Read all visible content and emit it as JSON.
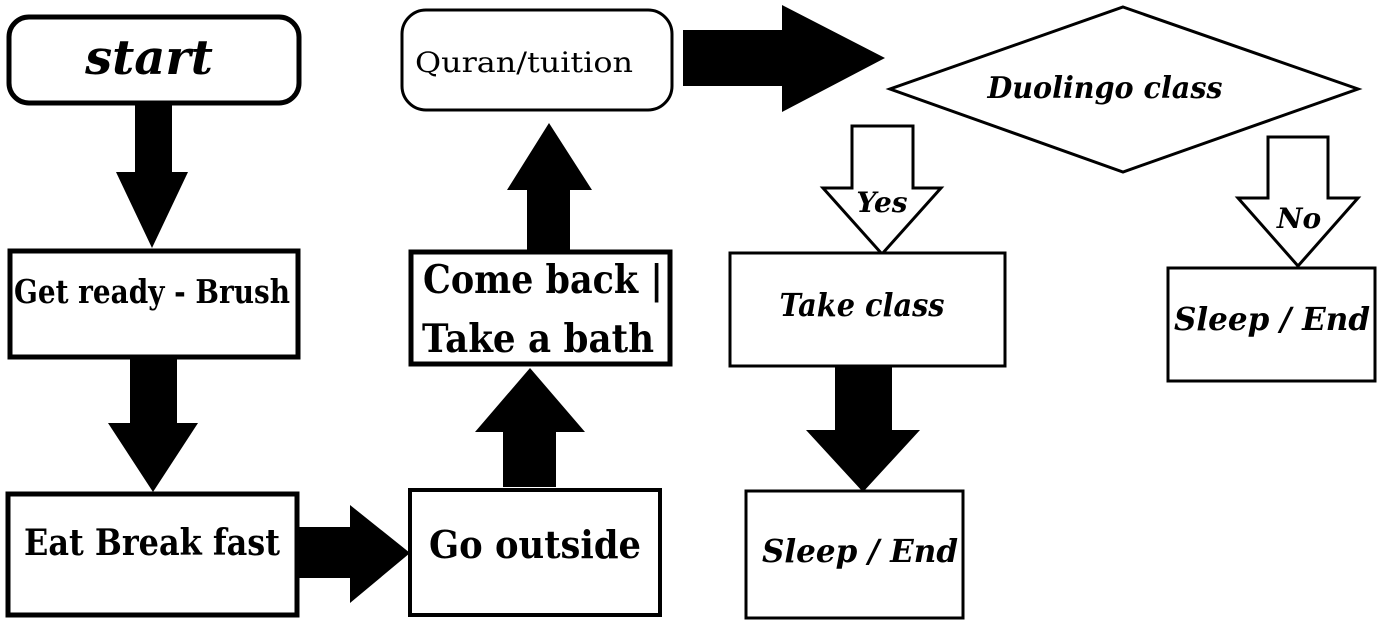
{
  "nodes": {
    "start": "start",
    "get_ready": "Get ready - Brush",
    "eat_breakfast": "Eat Break fast",
    "go_outside": "Go outside",
    "come_back_line1": "Come back |",
    "come_back_line2": "Take a bath",
    "quran_tuition": "Quran/tuition",
    "duolingo": "Duolingo class",
    "take_class": "Take class",
    "sleep_end_yes": "Sleep / End",
    "sleep_end_no": "Sleep / End"
  },
  "branch_labels": {
    "yes": "Yes",
    "no": "No"
  },
  "colors": {
    "stroke": "#000000",
    "fill": "#ffffff",
    "arrow": "#000000"
  }
}
